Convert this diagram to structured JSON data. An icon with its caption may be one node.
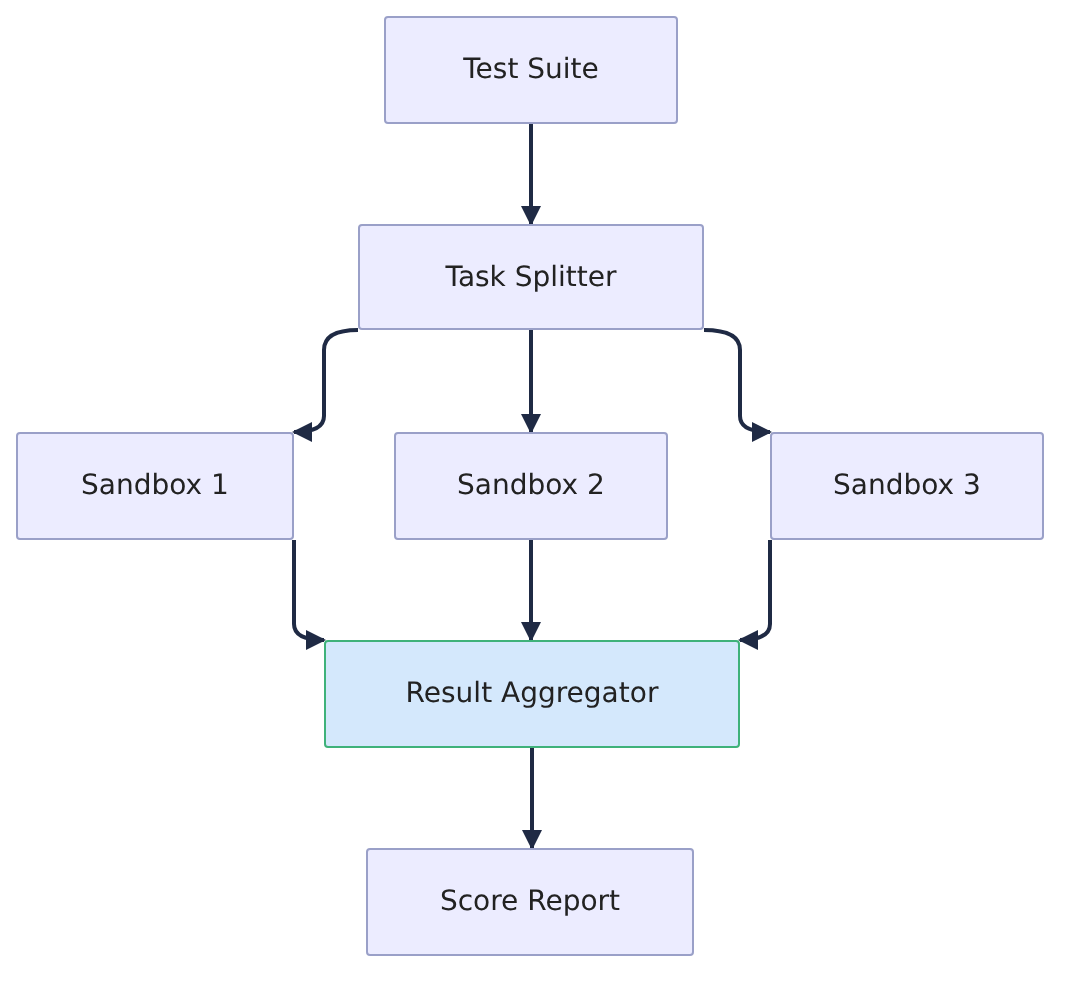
{
  "diagram": {
    "nodes": [
      {
        "text": [
          "Test Suite"
        ]
      },
      {
        "text": [
          "Task Splitter"
        ]
      },
      {
        "text": [
          "Sandbox 1"
        ]
      },
      {
        "text": [
          "Sandbox 2"
        ]
      },
      {
        "text": [
          "Sandbox 3"
        ]
      },
      {
        "text": [
          "Result Aggregator"
        ]
      },
      {
        "text": [
          "Score Report"
        ]
      }
    ],
    "edges": [
      {
        "from": 0,
        "to": 1,
        "arrow": "to"
      },
      {
        "from": 1,
        "to": 2,
        "arrow": "to"
      },
      {
        "from": 1,
        "to": 3,
        "arrow": "to"
      },
      {
        "from": 1,
        "to": 4,
        "arrow": "to"
      },
      {
        "from": 2,
        "to": 5,
        "arrow": "to"
      },
      {
        "from": 3,
        "to": 5,
        "arrow": "to"
      },
      {
        "from": 4,
        "to": 5,
        "arrow": "to"
      },
      {
        "from": 5,
        "to": 6,
        "arrow": "to"
      }
    ]
  }
}
